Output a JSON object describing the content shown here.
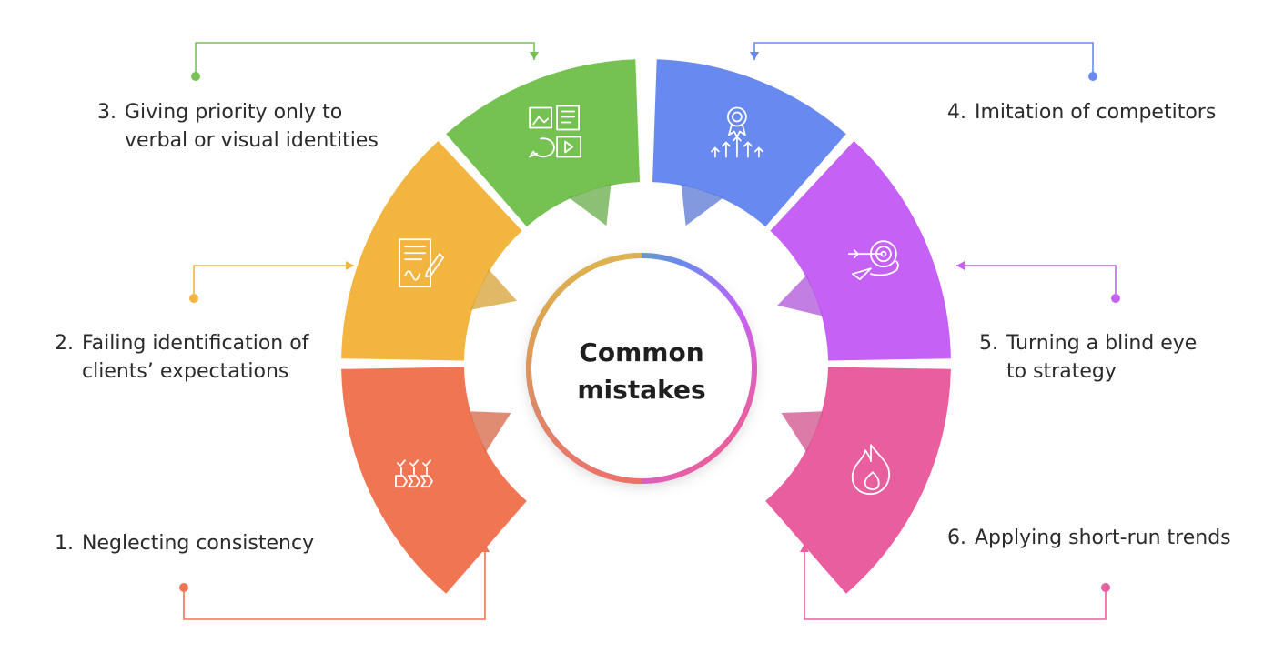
{
  "center": {
    "line1": "Common",
    "line2": "mistakes"
  },
  "items": [
    {
      "num": "1.",
      "lines": [
        "Neglecting consistency"
      ],
      "color": "#f07552",
      "icon": "checklist-steps-icon"
    },
    {
      "num": "2.",
      "lines": [
        "Failing identification of",
        "clients’ expectations"
      ],
      "color": "#f2b53f",
      "icon": "signed-document-icon"
    },
    {
      "num": "3.",
      "lines": [
        "Giving priority only to",
        "verbal or visual identities"
      ],
      "color": "#75c253",
      "icon": "media-content-icon"
    },
    {
      "num": "4.",
      "lines": [
        "Imitation of competitors"
      ],
      "color": "#6889f0",
      "icon": "award-growth-icon"
    },
    {
      "num": "5.",
      "lines": [
        "Turning a blind eye",
        "to strategy"
      ],
      "color": "#c561f5",
      "icon": "target-strategy-icon"
    },
    {
      "num": "6.",
      "lines": [
        "Applying short-run trends"
      ],
      "color": "#e95e9f",
      "icon": "flame-icon"
    }
  ]
}
